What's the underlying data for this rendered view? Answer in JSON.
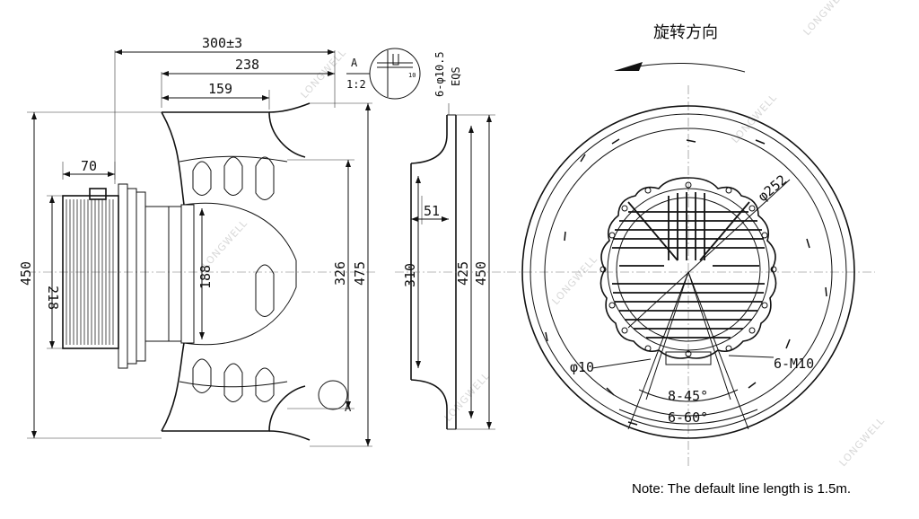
{
  "title_rotation": "旋转方向",
  "note": "Note: The default line length is 1.5m.",
  "watermark": "LONGWELL",
  "side_view": {
    "dim_overall_length": "300±3",
    "dim_238": "238",
    "dim_159": "159",
    "dim_70": "70",
    "dim_450_left": "450",
    "dim_218": "218",
    "dim_188": "188",
    "dim_326": "326",
    "dim_475": "475",
    "detail_marker": "A"
  },
  "detail_a": {
    "label": "A",
    "scale": "1:2",
    "dim_10": "10"
  },
  "inlet_ring": {
    "holes": "6-φ10.5",
    "eqs": "EQS",
    "dim_51": "51",
    "dim_310": "310",
    "dim_425": "425",
    "dim_450": "450"
  },
  "front_view": {
    "dim_252": "φ252",
    "dim_10": "φ10",
    "dim_m10": "6-M10",
    "dim_8_45": "8-45°",
    "dim_6_60": "6-60°"
  }
}
